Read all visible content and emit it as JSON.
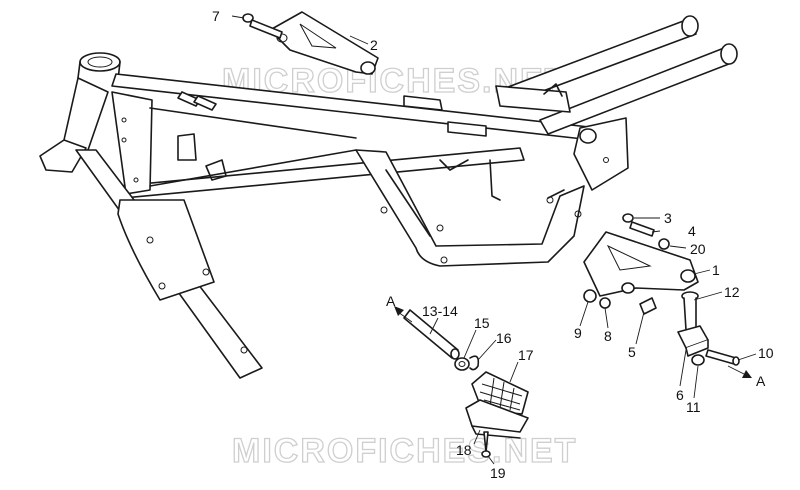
{
  "watermark": "MICROFICHES.NET",
  "callouts": {
    "c1": "1",
    "c2": "2",
    "c3": "3",
    "c4": "4",
    "c5": "5",
    "c6": "6",
    "c7": "7",
    "c8": "8",
    "c9": "9",
    "c10": "10",
    "c11": "11",
    "c12": "12",
    "c13_14": "13-14",
    "c15": "15",
    "c16": "16",
    "c17": "17",
    "c18": "18",
    "c19": "19",
    "c20": "20"
  },
  "arrows": {
    "left": "A",
    "right": "A"
  },
  "colors": {
    "line": "#1a1a1a",
    "watermark": "#cfcfcf",
    "background": "#ffffff"
  }
}
